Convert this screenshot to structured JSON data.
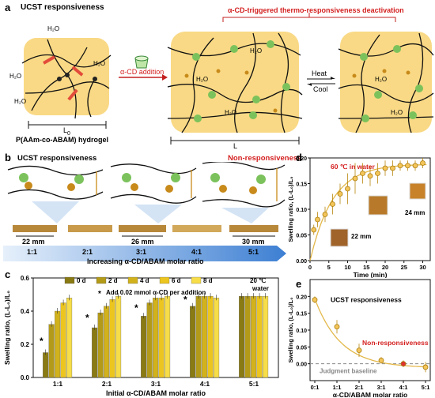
{
  "panel_a": {
    "label": "a",
    "title": "UCST responsiveness",
    "hydrogel_label": "P(AAm-co-ABAM) hydrogel",
    "l0": "L",
    "l0_sub": "0",
    "arrow_label": "α-CD addition",
    "deactivation_label": "α-CD-triggered thermo-responsiveness deactivation",
    "l_label": "L",
    "heat": "Heat",
    "cool": "Cool",
    "water": "H₂O"
  },
  "panel_b": {
    "label": "b",
    "title": "UCST responsiveness",
    "nonresp": "Non-responsiveness",
    "sizes": [
      "22 mm",
      "26 mm",
      "30 mm"
    ],
    "ratios": [
      "1:1",
      "2:1",
      "3:1",
      "4:1",
      "5:1"
    ],
    "axis_label": "Increasing α-CD/ABAM molar ratio",
    "colors": {
      "ring": "#3a9a3a",
      "ball": "#c88a1a",
      "gel": "#c8923a"
    }
  },
  "panel_c": {
    "label": "c",
    "annotation_temp": "20 ℃",
    "annotation_medium": "water",
    "note_star": "*",
    "note": "Add 0.02 mmol α-CD per addition",
    "chart_data": {
      "type": "bar",
      "title": "",
      "xlabel": "Initial α-CD/ABAM molar ratio",
      "ylabel": "Swelling ratio, (L-L₀)/L₀",
      "ylim": [
        0.0,
        0.6
      ],
      "yticks": [
        "0.0",
        "0.2",
        "0.4",
        "0.6"
      ],
      "categories": [
        "1:1",
        "2:1",
        "3:1",
        "4:1",
        "5:1"
      ],
      "series": [
        {
          "name": "0 d",
          "color": "#8a7a14",
          "values": [
            0.15,
            0.3,
            0.37,
            0.43,
            0.49
          ]
        },
        {
          "name": "2 d",
          "color": "#b39a18",
          "values": [
            0.32,
            0.39,
            0.45,
            0.49,
            0.49
          ]
        },
        {
          "name": "4 d",
          "color": "#d2b21c",
          "values": [
            0.4,
            0.43,
            0.48,
            0.49,
            0.49
          ]
        },
        {
          "name": "6 d",
          "color": "#ecc51e",
          "values": [
            0.45,
            0.47,
            0.48,
            0.49,
            0.49
          ]
        },
        {
          "name": "8 d",
          "color": "#f7dd48",
          "values": [
            0.48,
            0.49,
            0.49,
            0.48,
            0.49
          ]
        }
      ],
      "stars": [
        "*",
        "*",
        "*",
        "*"
      ]
    }
  },
  "panel_d": {
    "label": "d",
    "annotation": "60 ℃ in water",
    "size_labels": [
      "22 mm",
      "24 mm"
    ],
    "chart_data": {
      "type": "scatter",
      "title": "",
      "xlabel": "Time (min)",
      "ylabel": "Swelling ratio, (L-L₀)/L₀",
      "xlim": [
        0,
        32
      ],
      "ylim": [
        0.0,
        0.2
      ],
      "xticks": [
        "0",
        "5",
        "10",
        "15",
        "20",
        "25",
        "30"
      ],
      "yticks": [
        "0.00",
        "0.05",
        "0.10",
        "0.15",
        "0.20"
      ],
      "x": [
        1,
        2,
        4,
        6,
        8,
        10,
        12,
        14,
        16,
        18,
        20,
        22,
        24,
        26,
        28,
        30
      ],
      "y": [
        0.06,
        0.08,
        0.09,
        0.11,
        0.13,
        0.14,
        0.16,
        0.17,
        0.165,
        0.17,
        0.18,
        0.18,
        0.185,
        0.185,
        0.185,
        0.19
      ],
      "err": [
        0.01,
        0.015,
        0.015,
        0.02,
        0.02,
        0.03,
        0.03,
        0.02,
        0.02,
        0.02,
        0.015,
        0.015,
        0.01,
        0.01,
        0.01,
        0.01
      ]
    }
  },
  "panel_e": {
    "label": "e",
    "ucst_label": "UCST responsiveness",
    "nonresp_label": "Non-responsiveness",
    "baseline_label": "Judgment baseline",
    "chart_data": {
      "type": "scatter",
      "title": "",
      "xlabel": "α-CD/ABAM molar ratio",
      "ylabel": "Swelling ratio, (L-L₀)/L₀",
      "ylim": [
        -0.05,
        0.25
      ],
      "yticks": [
        "0.00",
        "0.05",
        "0.10",
        "0.15",
        "0.20"
      ],
      "categories": [
        "0:1",
        "1:1",
        "2:1",
        "3:1",
        "4:1",
        "5:1"
      ],
      "x": [
        0,
        1,
        2,
        3,
        4,
        5
      ],
      "y": [
        0.19,
        0.11,
        0.04,
        0.01,
        0.0,
        -0.01
      ],
      "err": [
        0.01,
        0.02,
        0.02,
        0.01,
        0.01,
        0.015
      ]
    }
  }
}
